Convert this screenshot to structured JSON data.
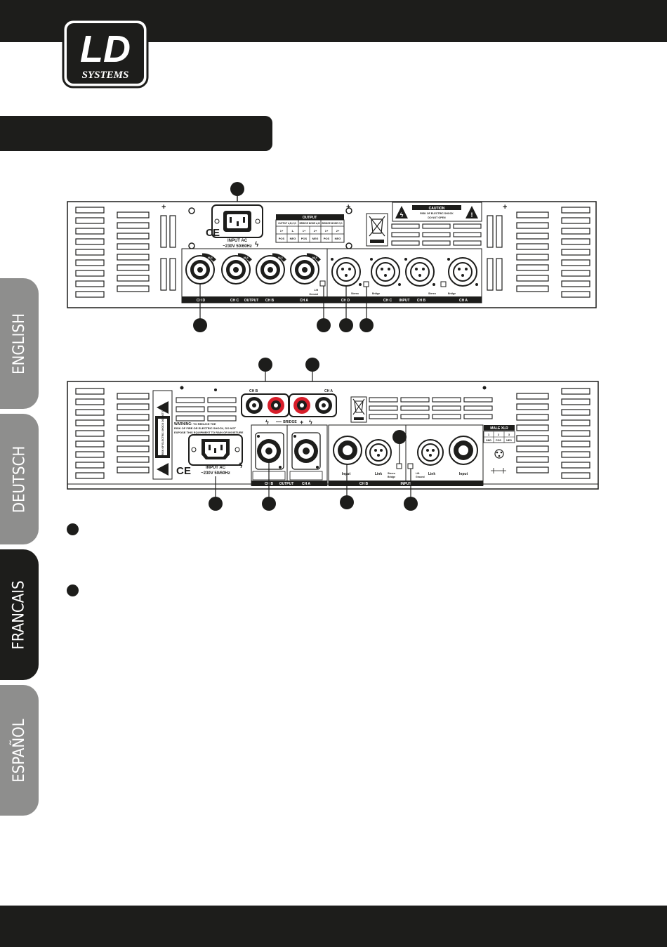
{
  "brand": {
    "logo_main": "LD",
    "logo_sub": "SYSTEMS"
  },
  "language_tabs": [
    {
      "label": "ENGLISH",
      "active": false
    },
    {
      "label": "DEUTSCH",
      "active": false
    },
    {
      "label": "FRANCAIS",
      "active": true
    },
    {
      "label": "ESPAÑOL",
      "active": false
    }
  ],
  "panel_top": {
    "power_label": "INPUT AC",
    "power_voltage": "~230V 50/60Hz",
    "output_table_title": "OUTPUT",
    "output_table_headers": [
      "OUTPUT A,B,C,D",
      "BRIDGE MODE A,B",
      "BRIDGE MODE C,D"
    ],
    "output_table_row1": [
      "1+",
      "1-",
      "1+",
      "2+",
      "1+",
      "2+"
    ],
    "output_table_row2": [
      "POS",
      "NEG",
      "POS",
      "NEG",
      "POS",
      "NEG"
    ],
    "caution_title": "CAUTION",
    "caution_text_1": "RISK OF ELECTRIC SHOCK",
    "caution_text_2": "DO NOT OPEN",
    "speakon_label": "NL4",
    "lift_label": "Lift",
    "ground_label": "Ground",
    "stereo_label": "Stereo",
    "bridge_label": "Bridge",
    "strip_output": [
      "CH D",
      "CH C",
      "OUTPUT",
      "CH B",
      "CH A"
    ],
    "strip_input": [
      "CH D",
      "CH C",
      "INPUT",
      "CH B",
      "CH A"
    ]
  },
  "panel_bottom": {
    "binding_ch_b": "CH B",
    "binding_ch_a": "CH A",
    "bridge_label": "BRIDGE",
    "warning_title": "WARNING:",
    "warning_text_1": "TO REDUCE THE",
    "warning_text_2": "RISK OF FIRE OR ELECTRIC SHOCK, DO NOT",
    "warning_text_3": "EXPOSE THIS EQUIPMENT TO RAIN OR MOISTURE",
    "side_label": "RISK OF ELECTRIC SHOCK DO NOT OPEN",
    "power_label": "INPUT AC",
    "power_voltage": "~230V 50/60Hz",
    "input_left": "Input",
    "link_left": "Link",
    "input_right": "Input",
    "link_right": "Link",
    "stereo_label": "Stereo",
    "bridge_label_small": "Bridge",
    "lift_label": "Lift",
    "ground_label": "Ground",
    "xlr_title": "MALE XLR",
    "xlr_pins": [
      "1",
      "2",
      "3"
    ],
    "xlr_roles": [
      "GND",
      "POS",
      "NEG"
    ],
    "strip_labels": [
      "CH B",
      "OUTPUT",
      "CH A",
      "CH B",
      "INPUT"
    ]
  }
}
